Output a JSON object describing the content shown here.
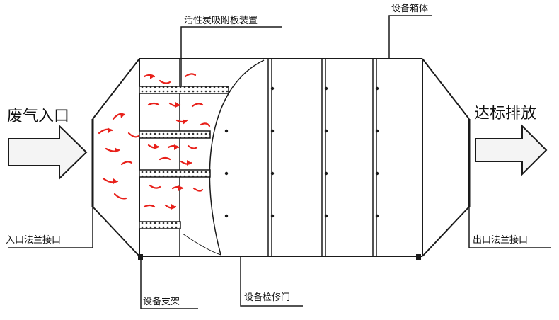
{
  "labels": {
    "inlet": "废气入口",
    "outlet": "达标排放",
    "carbon_plates": "活性炭吸附板装置",
    "housing": "设备箱体",
    "inlet_flange": "入口法兰接口",
    "outlet_flange": "出口法兰接口",
    "support": "设备支架",
    "access_door": "设备检修门"
  },
  "colors": {
    "line": "#1a1a1a",
    "airflow": "#e8201a",
    "arrow_fill": "#f4f4f4"
  }
}
